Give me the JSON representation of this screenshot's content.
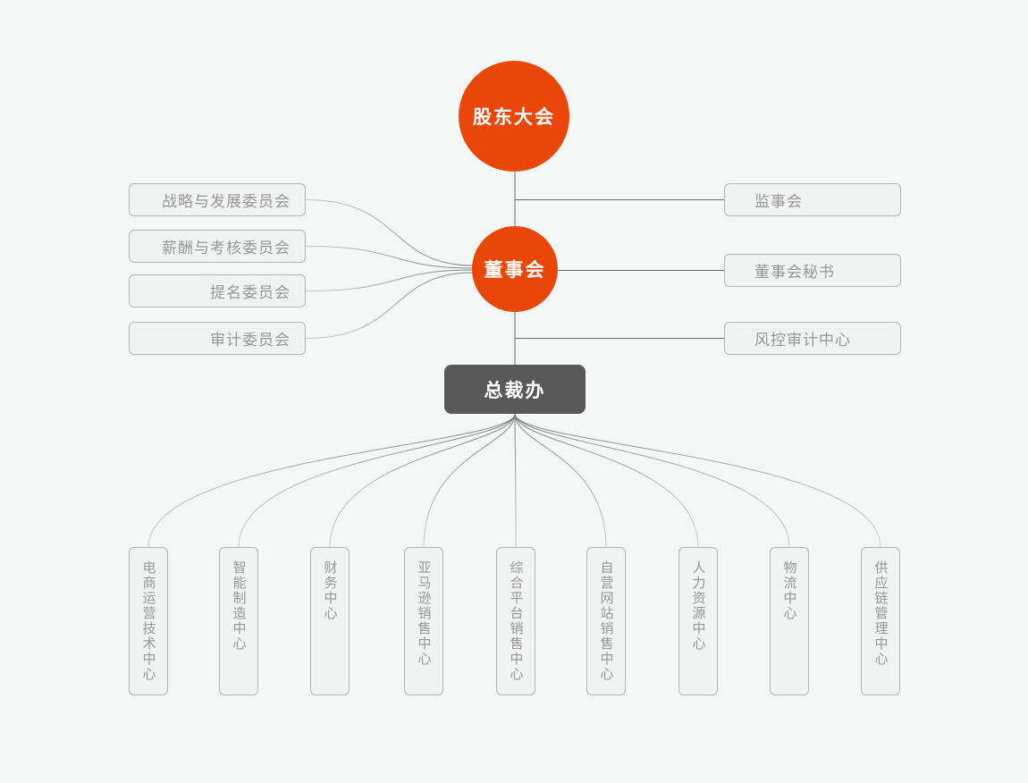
{
  "colors": {
    "background": "#f5f6f6",
    "accent_orange": "#E94709",
    "dark_gray": "#595959",
    "node_fill": "#f1f2f2",
    "node_border": "#b4b4b4",
    "node_text": "#979797",
    "line_solid": "#6a6a6a",
    "line_fade_dark": "#808080",
    "line_fade_light": "#cbcbcb"
  },
  "org_chart": {
    "type": "org-tree-diagram",
    "root": {
      "label": "股东大会"
    },
    "board": {
      "label": "董事会"
    },
    "president_office": {
      "label": "总裁办"
    },
    "left_committees": [
      {
        "label": "战略与发展委员会"
      },
      {
        "label": "薪酬与考核委员会"
      },
      {
        "label": "提名委员会"
      },
      {
        "label": "审计委员会"
      }
    ],
    "right_bodies": [
      {
        "label": "监事会"
      },
      {
        "label": "董事会秘书"
      },
      {
        "label": "风控审计中心"
      }
    ],
    "departments": [
      {
        "label": "电商运营技术中心"
      },
      {
        "label": "智能制造中心"
      },
      {
        "label": "财务中心"
      },
      {
        "label": "亚马逊销售中心"
      },
      {
        "label": "综合平台销售中心"
      },
      {
        "label": "自营网站销售中心"
      },
      {
        "label": "人力资源中心"
      },
      {
        "label": "物流中心"
      },
      {
        "label": "供应链管理中心"
      }
    ]
  }
}
